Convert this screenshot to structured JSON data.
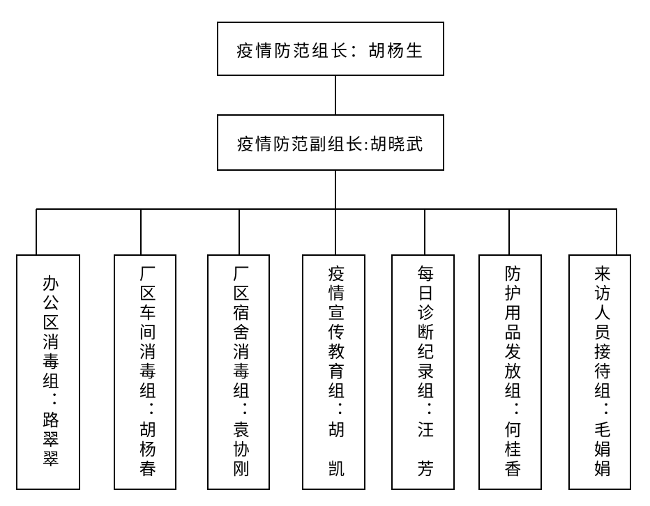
{
  "org_chart": {
    "background_color": "#ffffff",
    "line_color": "#000000",
    "leader": {
      "label": "疫情防范组长：胡杨生"
    },
    "deputy": {
      "label": "疫情防范副组长:胡晓武"
    },
    "groups": [
      {
        "label": "办公区消毒组：路翠翠"
      },
      {
        "label": "厂区车间消毒组：胡杨春"
      },
      {
        "label": "厂区宿舍消毒组：袁协刚"
      },
      {
        "label": "疫情宣传教育组：胡　凯"
      },
      {
        "label": "每日诊断纪录组：汪　芳"
      },
      {
        "label": "防护用品发放组：何桂香"
      },
      {
        "label": "来访人员接待组：毛娟娟"
      }
    ]
  }
}
